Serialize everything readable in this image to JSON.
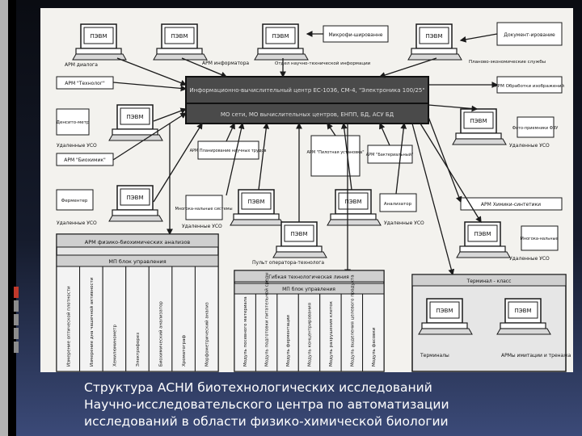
{
  "colors": {
    "background_top": "#0a0c12",
    "background_bottom": "#3b4a78",
    "accent_strip": "#b3b3b3",
    "tick_red": "#c0392b",
    "tick_gray": "#8c8c8c",
    "diagram_paper": "#f3f2ee",
    "ink": "#1a1a1a",
    "hub_fill": "#4a4a4a"
  },
  "caption": {
    "line1": "Структура АСНИ биотехнологических исследований",
    "line2": "Научно-исследовательского центра по автоматизации",
    "line3": "исследований в области физико-химической биологии"
  },
  "diagram": {
    "hub_top": "Информационно-вычислительный центр ЕС-1036, СМ-4, \"Электроника 100/25\"",
    "hub_bottom": "МО сети, МО вычислительных центров, ЕНПП, БД, АСУ БД",
    "pc": "ПЭВМ",
    "arm_dialog": "АРМ диалога",
    "arm_inform": "АРМ информатора",
    "microfilm": "Микрофи-шированне",
    "document": "Документ-ирование",
    "info_dept": "Отдел научно-технической информации",
    "planning": "Планово-экономические службы",
    "arm_technolog": "АРМ \"Технолог\"",
    "arm_processing": "АРМ Обработки изображений",
    "densitometer": "Денсито-метр",
    "remote_uso": "Удаленные УСО",
    "arm_biochemist": "АРМ \"Биохимик\"",
    "arm_planner": "АРМ Планирование научных трудов",
    "arm_pilot": "АРМ \"Пилотная установка\"",
    "arm_bacterial": "АРМ \"Бактериальный\"",
    "arm_chemical": "АРМ Химики-синтетики",
    "fermenter": "Ферментер",
    "multi_channel": "Многока-нальные системы",
    "analyzer": "Анализатор",
    "fzu": "Фото-приемники ФЗУ",
    "multi_channel2": "Многока-нальные",
    "operator_panel": "Пульт оператора-технолога",
    "block_left_title": "АРМ физико-биохимических анализов",
    "block_left_control": "МП блок управления",
    "block_left_cols": [
      "Измерение оптической плотности",
      "Измерение дна чашечной активности",
      "Хемилюминометр",
      "Электрофорез",
      "Биохимический анализатор",
      "Хроматограф",
      "Морфометрический анализ"
    ],
    "block_mid_title": "Гибкая технологическая линия",
    "block_mid_control": "МП блок управления",
    "block_mid_cols": [
      "Модуль посевного материала",
      "Модуль подготовки питательной среды",
      "Модуль ферментации",
      "Модуль концентрирования",
      "Модуль разрушения клеток",
      "Модуль выделения целевого продукта",
      "Модуль фасовки"
    ],
    "block_right_title": "Терминал - класс",
    "terminals": "Терминалы",
    "arm_training": "АРМы имитации и тренажа"
  }
}
